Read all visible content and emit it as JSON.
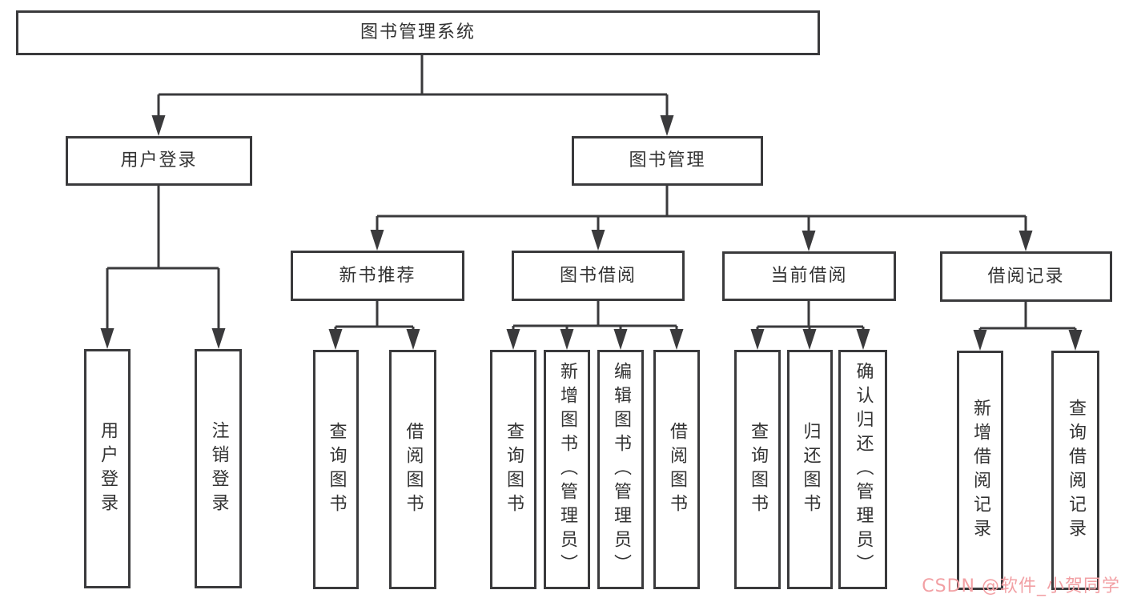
{
  "diagram": {
    "root": "图书管理系统",
    "level1": {
      "user_login": "用户登录",
      "book_management": "图书管理"
    },
    "level2": {
      "new_book": "新书推荐",
      "book_borrow": "图书借阅",
      "current_borrow": "当前借阅",
      "borrow_records": "借阅记录"
    },
    "leaves": {
      "user_login": [
        "用户登录",
        "注销登录"
      ],
      "new_book": [
        "查询图书",
        "借阅图书"
      ],
      "book_borrow": [
        "查询图书",
        "新增图书（管理员）",
        "编辑图书（管理员）",
        "借阅图书"
      ],
      "current_borrow": [
        "查询图书",
        "归还图书",
        "确认归还（管理员）"
      ],
      "borrow_records": [
        "新增借阅记录",
        "查询借阅记录"
      ]
    }
  },
  "watermark": "CSDN @软件_小贺同学",
  "colors": {
    "line": "#3a3a3c",
    "text": "#333333",
    "background": "#ffffff",
    "watermark_color": "#f2a0a4"
  }
}
